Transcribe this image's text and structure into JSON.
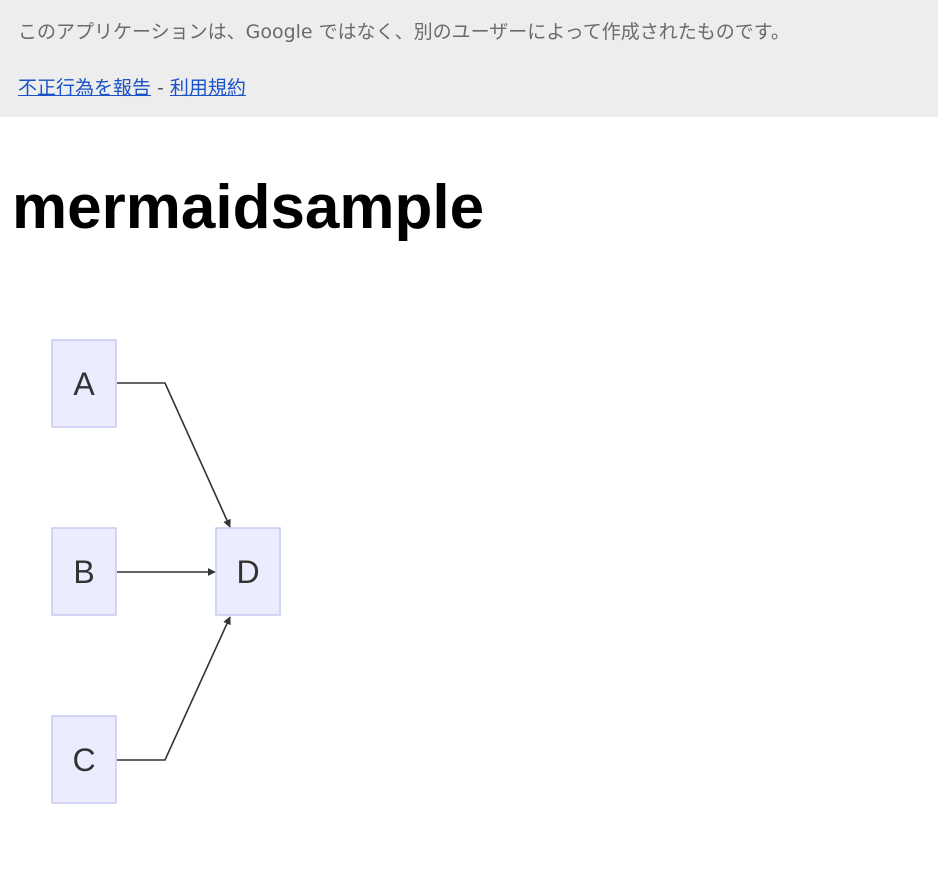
{
  "banner": {
    "notice": "このアプリケーションは、Google ではなく、別のユーザーによって作成されたものです。",
    "report_link": "不正行為を報告",
    "separator": "-",
    "terms_link": "利用規約"
  },
  "page": {
    "title": "mermaidsample"
  },
  "flowchart": {
    "nodes": [
      {
        "id": "A",
        "label": "A"
      },
      {
        "id": "B",
        "label": "B"
      },
      {
        "id": "C",
        "label": "C"
      },
      {
        "id": "D",
        "label": "D"
      }
    ],
    "edges": [
      {
        "from": "A",
        "to": "D"
      },
      {
        "from": "B",
        "to": "D"
      },
      {
        "from": "C",
        "to": "D"
      }
    ],
    "colors": {
      "node_fill": "#ececff",
      "node_stroke": "#c9c9f4",
      "edge": "#333333"
    }
  }
}
